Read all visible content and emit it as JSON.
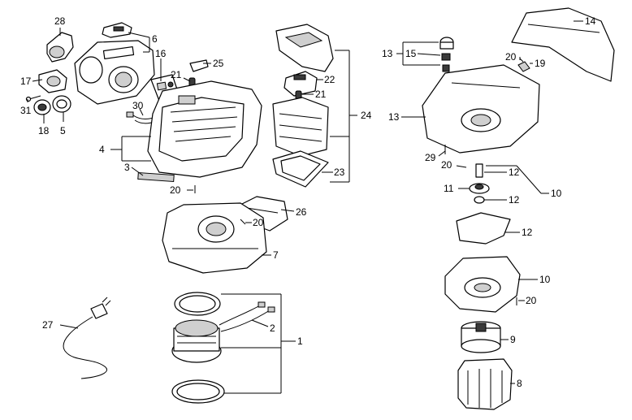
{
  "callouts": [
    {
      "id": "c1",
      "text": "1"
    },
    {
      "id": "c2",
      "text": "2"
    },
    {
      "id": "c3",
      "text": "3"
    },
    {
      "id": "c4",
      "text": "4"
    },
    {
      "id": "c5",
      "text": "5"
    },
    {
      "id": "c6",
      "text": "6"
    },
    {
      "id": "c7",
      "text": "7"
    },
    {
      "id": "c8",
      "text": "8"
    },
    {
      "id": "c9",
      "text": "9"
    },
    {
      "id": "c10a",
      "text": "10"
    },
    {
      "id": "c10b",
      "text": "10"
    },
    {
      "id": "c11",
      "text": "11"
    },
    {
      "id": "c12a",
      "text": "12"
    },
    {
      "id": "c12b",
      "text": "12"
    },
    {
      "id": "c12c",
      "text": "12"
    },
    {
      "id": "c13a",
      "text": "13"
    },
    {
      "id": "c13b",
      "text": "13"
    },
    {
      "id": "c14",
      "text": "14"
    },
    {
      "id": "c15",
      "text": "15"
    },
    {
      "id": "c16",
      "text": "16"
    },
    {
      "id": "c17",
      "text": "17"
    },
    {
      "id": "c18",
      "text": "18"
    },
    {
      "id": "c19",
      "text": "19"
    },
    {
      "id": "c20a",
      "text": "20"
    },
    {
      "id": "c20b",
      "text": "20"
    },
    {
      "id": "c20c",
      "text": "20"
    },
    {
      "id": "c20d",
      "text": "20"
    },
    {
      "id": "c20e",
      "text": "20"
    },
    {
      "id": "c21a",
      "text": "21"
    },
    {
      "id": "c21b",
      "text": "21"
    },
    {
      "id": "c22",
      "text": "22"
    },
    {
      "id": "c23",
      "text": "23"
    },
    {
      "id": "c24",
      "text": "24"
    },
    {
      "id": "c25",
      "text": "25"
    },
    {
      "id": "c26",
      "text": "26"
    },
    {
      "id": "c27",
      "text": "27"
    },
    {
      "id": "c28",
      "text": "28"
    },
    {
      "id": "c29",
      "text": "29"
    },
    {
      "id": "c30",
      "text": "30"
    },
    {
      "id": "c31",
      "text": "31"
    }
  ]
}
